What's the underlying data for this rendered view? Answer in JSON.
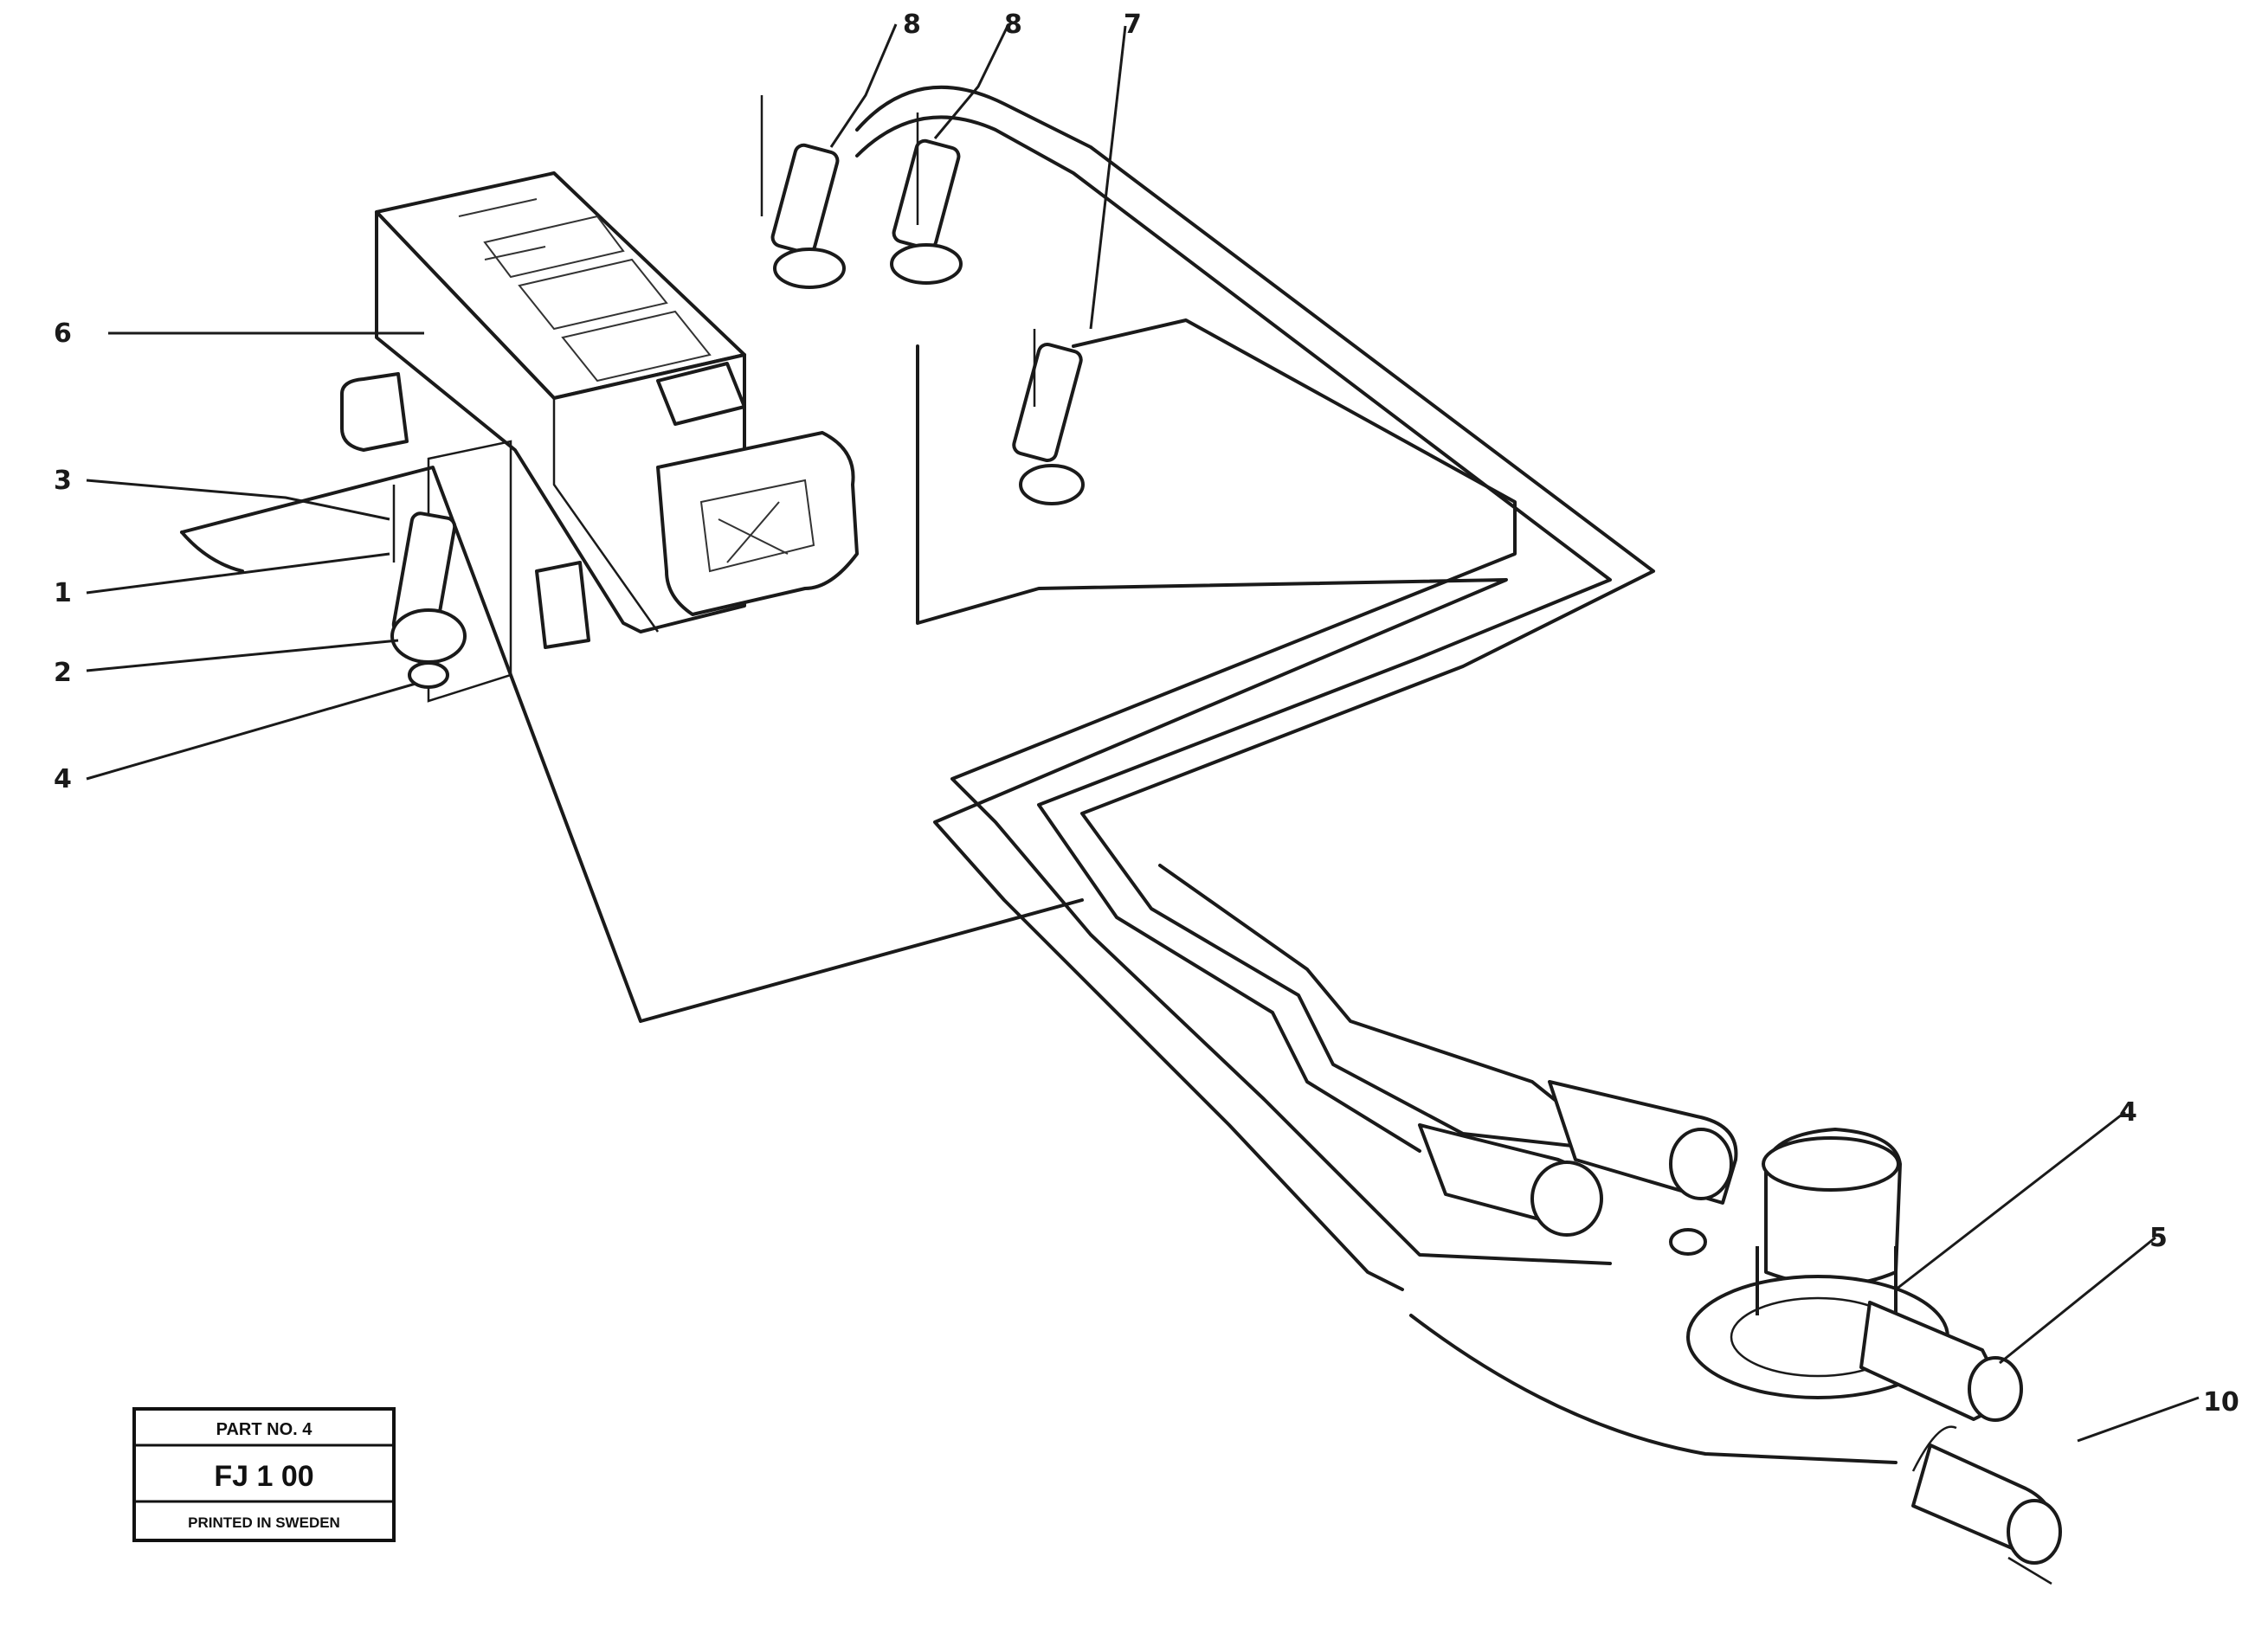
{
  "callouts": [
    {
      "id": "c-top-8a",
      "text": "8"
    },
    {
      "id": "c-top-8b",
      "text": "8"
    },
    {
      "id": "c-top-7",
      "text": "7"
    },
    {
      "id": "c-left-6",
      "text": "6"
    },
    {
      "id": "c-left-3",
      "text": "3"
    },
    {
      "id": "c-left-1",
      "text": "1"
    },
    {
      "id": "c-left-2",
      "text": "2"
    },
    {
      "id": "c-left-4",
      "text": "4"
    },
    {
      "id": "c-right-4",
      "text": "4"
    },
    {
      "id": "c-right-5",
      "text": "5"
    },
    {
      "id": "c-right-10",
      "text": "10"
    }
  ],
  "stamp": {
    "header": "PART NO. 4",
    "code": "FJ 1 00",
    "footer": "PRINTED IN SWEDEN"
  }
}
